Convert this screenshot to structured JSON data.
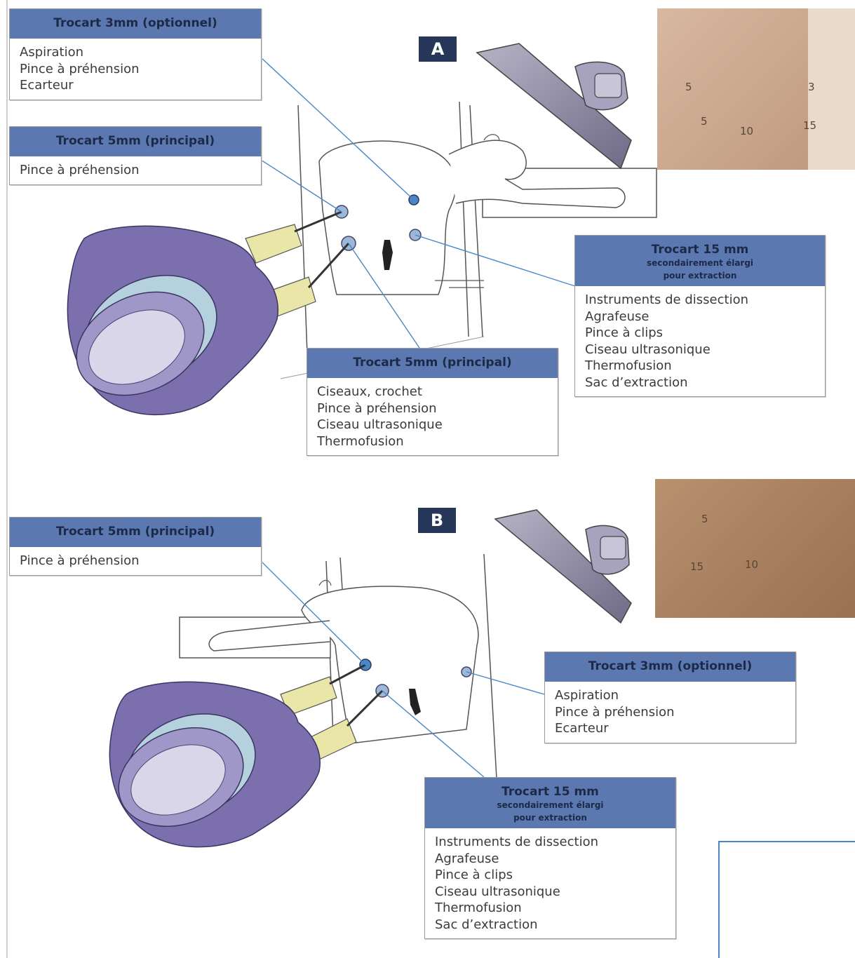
{
  "colors": {
    "header_bg": "#5b79b0",
    "header_text": "#1c2a48",
    "badge_bg": "#26375a",
    "leader_line": "#4a87c8",
    "gown": "#7b6fae",
    "glove": "#e9e6a8"
  },
  "panel_a": {
    "badge": "A",
    "photo_numbers": [
      "5",
      "3",
      "5",
      "10",
      "15"
    ],
    "boxes": {
      "trocar_3mm": {
        "title": "Trocart 3mm (optionnel)",
        "items": [
          "Aspiration",
          "Pince à préhension",
          "Ecarteur"
        ]
      },
      "trocar_5mm_left": {
        "title": "Trocart 5mm (principal)",
        "items": [
          "Pince à préhension"
        ]
      },
      "trocar_15mm": {
        "title": "Trocart 15 mm",
        "subtitle1": "secondairement élargi",
        "subtitle2": "pour extraction",
        "items": [
          "Instruments de dissection",
          "Agrafeuse",
          "Pince à clips",
          "Ciseau ultrasonique",
          "Thermofusion",
          "Sac d’extraction"
        ]
      },
      "trocar_5mm_bottom": {
        "title": "Trocart 5mm (principal)",
        "items": [
          "Ciseaux, crochet",
          "Pince à préhension",
          "Ciseau ultrasonique",
          "Thermofusion"
        ]
      }
    }
  },
  "panel_b": {
    "badge": "B",
    "photo_numbers": [
      "5",
      "15",
      "10"
    ],
    "boxes": {
      "trocar_5mm": {
        "title": "Trocart 5mm (principal)",
        "items": [
          "Pince à préhension"
        ]
      },
      "trocar_3mm": {
        "title": "Trocart 3mm (optionnel)",
        "items": [
          "Aspiration",
          "Pince à préhension",
          "Ecarteur"
        ]
      },
      "trocar_15mm": {
        "title": "Trocart 15 mm",
        "subtitle1": "secondairement élargi",
        "subtitle2": "pour extraction",
        "items": [
          "Instruments de dissection",
          "Agrafeuse",
          "Pince à clips",
          "Ciseau ultrasonique",
          "Thermofusion",
          "Sac d’extraction"
        ]
      }
    }
  }
}
